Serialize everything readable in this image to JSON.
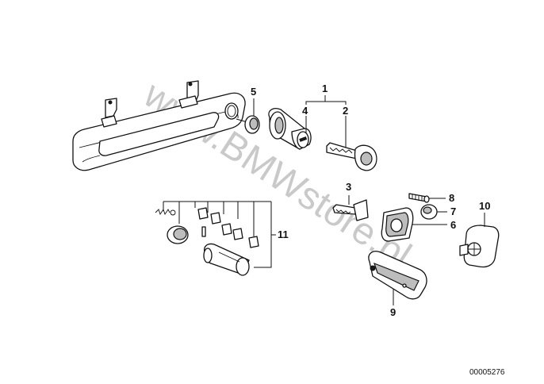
{
  "diagram": {
    "watermark": "www.BMWstore.pl",
    "document_number": "00005276",
    "callouts": [
      "1",
      "2",
      "3",
      "4",
      "5",
      "6",
      "7",
      "8",
      "9",
      "10",
      "11"
    ],
    "colors": {
      "ink": "#111111",
      "watermark": "#9e9e9e",
      "background": "#ffffff"
    }
  }
}
